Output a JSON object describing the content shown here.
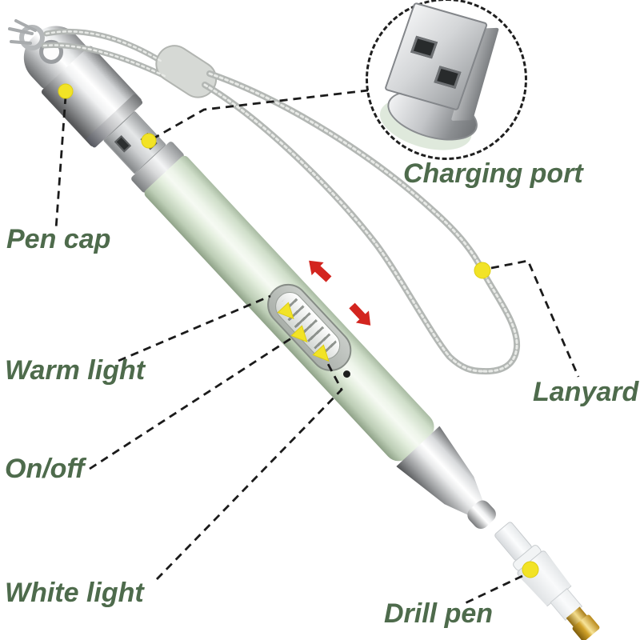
{
  "labels": {
    "pen_cap": "Pen cap",
    "charging_port": "Charging port",
    "warm_light": "Warm light",
    "on_off": "On/off",
    "white_light": "White light",
    "lanyard": "Lanyard",
    "drill_pen": "Drill pen"
  },
  "colors": {
    "label-green": "#4e6b4c",
    "arrow-red": "#d3251f",
    "marker-yellow": "#f2e326",
    "leader-black": "#1b1b1b",
    "cord-grey": "#b3b7b4",
    "pen-mint-hi": "#f6faf3",
    "pen-mint-lo": "#a9bba3",
    "brass-gold": "#d2a32a"
  }
}
